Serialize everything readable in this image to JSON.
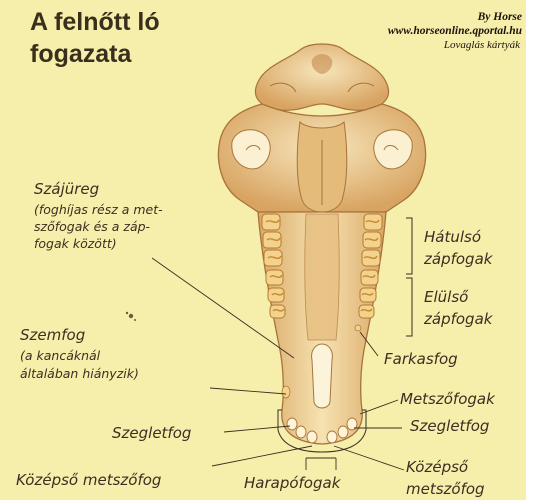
{
  "title": {
    "line1": "A felnőtt ló",
    "line2": "fogazata"
  },
  "credit": {
    "by": "By Horse",
    "site": "www.horseonline.qportal.hu",
    "cards": "Lovaglás kártyák"
  },
  "labels": {
    "szajureg": {
      "heading": "Szájüreg",
      "note1": "(foghíjas rész a met-",
      "note2": "szőfogak és a záp-",
      "note3": "fogak között)"
    },
    "szemfog": {
      "heading": "Szemfog",
      "note1": "(a kancáknál",
      "note2": "általában hiányzik)"
    },
    "szegletfog_left": "Szegletfog",
    "kozepso_left": "Középső metszőfog",
    "harapofogak": "Harapófogak",
    "hatulso": {
      "line1": "Hátulsó",
      "line2": "zápfogak"
    },
    "elulso": {
      "line1": "Elülső",
      "line2": "zápfogak"
    },
    "farkasfog": "Farkasfog",
    "metszofogak": "Metszőfogak",
    "szegletfog_right": "Szegletfog",
    "kozepso_right": {
      "line1": "Középső",
      "line2": "metszőfog"
    }
  },
  "colors": {
    "background": "#f6eeab",
    "bone": "#f1d59a",
    "bone_shadow": "#c9955a",
    "text": "#3b2e22"
  }
}
